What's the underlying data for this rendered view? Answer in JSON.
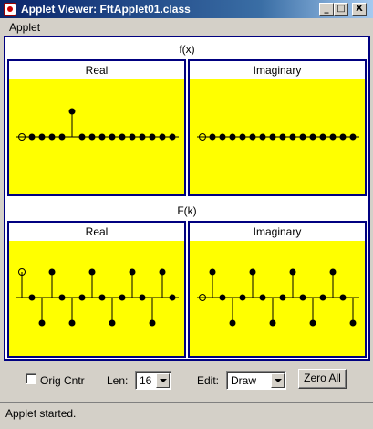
{
  "window": {
    "title": "Applet Viewer: FftApplet01.class",
    "controls": {
      "minimize": "_",
      "maximize": "□",
      "close": "X"
    }
  },
  "menubar": {
    "items": [
      "Applet"
    ]
  },
  "time_section": {
    "label": "f(x)",
    "real_label": "Real",
    "imag_label": "Imaginary",
    "real_values": [
      0,
      0,
      0,
      0,
      0,
      1,
      0,
      0,
      0,
      0,
      0,
      0,
      0,
      0,
      0,
      0
    ],
    "imag_values": [
      0,
      0,
      0,
      0,
      0,
      0,
      0,
      0,
      0,
      0,
      0,
      0,
      0,
      0,
      0,
      0
    ]
  },
  "freq_section": {
    "label": "F(k)",
    "real_label": "Real",
    "imag_label": "Imaginary",
    "real_values": [
      1,
      0,
      -1,
      1,
      0,
      -1,
      0,
      1,
      0,
      -1,
      0,
      1,
      0,
      -1,
      1,
      0
    ],
    "imag_values": [
      0,
      1,
      0,
      -1,
      0,
      1,
      0,
      -1,
      0,
      1,
      0,
      -1,
      0,
      1,
      0,
      -1
    ]
  },
  "controls": {
    "orig_cntr_label": "Orig Cntr",
    "orig_cntr_checked": false,
    "len_label": "Len:",
    "len_value": "16",
    "edit_label": "Edit:",
    "edit_value": "Draw",
    "zero_all_label": "Zero All"
  },
  "status": "Applet started.",
  "colors": {
    "plot_bg": "#ffff00",
    "frame": "#000080"
  }
}
